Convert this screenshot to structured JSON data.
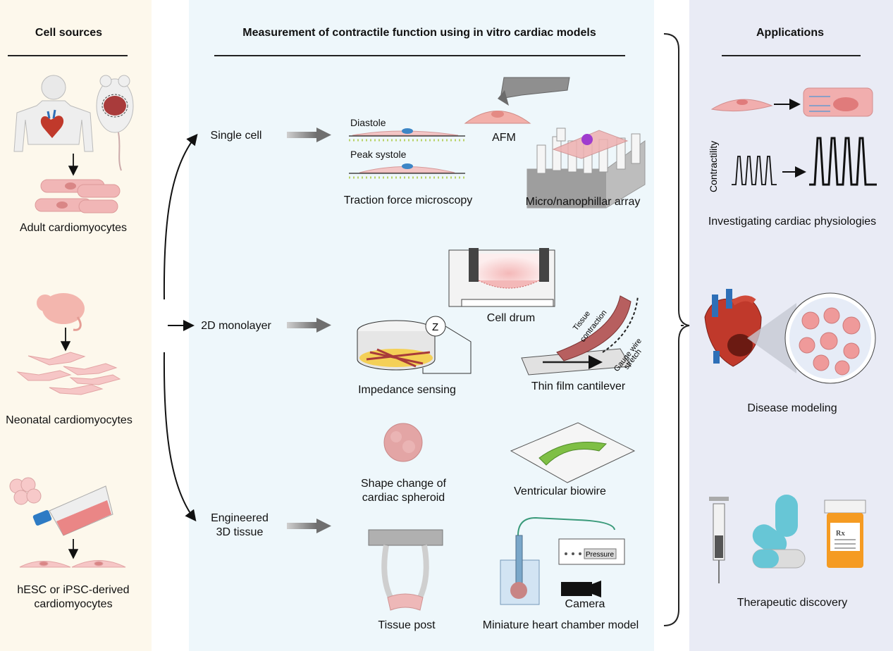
{
  "headers": {
    "cell_sources": "Cell sources",
    "measurement": "Measurement of contractile function using in vitro cardiac models",
    "applications": "Applications"
  },
  "cell_sources": {
    "adult": "Adult cardiomyocytes",
    "neonatal": "Neonatal cardiomyocytes",
    "stem_line1": "hESC or iPSC-derived",
    "stem_line2": "cardiomyocytes"
  },
  "models": {
    "single_cell": "Single cell",
    "monolayer": "2D monolayer",
    "tissue_line1": "Engineered",
    "tissue_line2": "3D tissue"
  },
  "methods": {
    "diastole": "Diastole",
    "peak_systole": "Peak systole",
    "traction": "Traction force microscopy",
    "afm": "AFM",
    "pillar": "Micro/nanophillar array",
    "cell_drum": "Cell drum",
    "z": "Z",
    "impedance": "Impedance sensing",
    "tissue_contraction_1": "Tissue",
    "tissue_contraction_2": "contraction",
    "gauge_1": "Gauge wire",
    "gauge_2": "stretch",
    "thin_film": "Thin film cantilever",
    "spheroid_line1": "Shape change of",
    "spheroid_line2": "cardiac spheroid",
    "biowire": "Ventricular biowire",
    "pressure": "Pressure",
    "camera": "Camera",
    "tissue_post": "Tissue post",
    "chamber": "Miniature heart chamber model"
  },
  "applications": {
    "contractility": "Contractility",
    "physiology": "Investigating cardiac physiologies",
    "disease": "Disease modeling",
    "rx": "Rx",
    "therapeutic": "Therapeutic discovery"
  }
}
